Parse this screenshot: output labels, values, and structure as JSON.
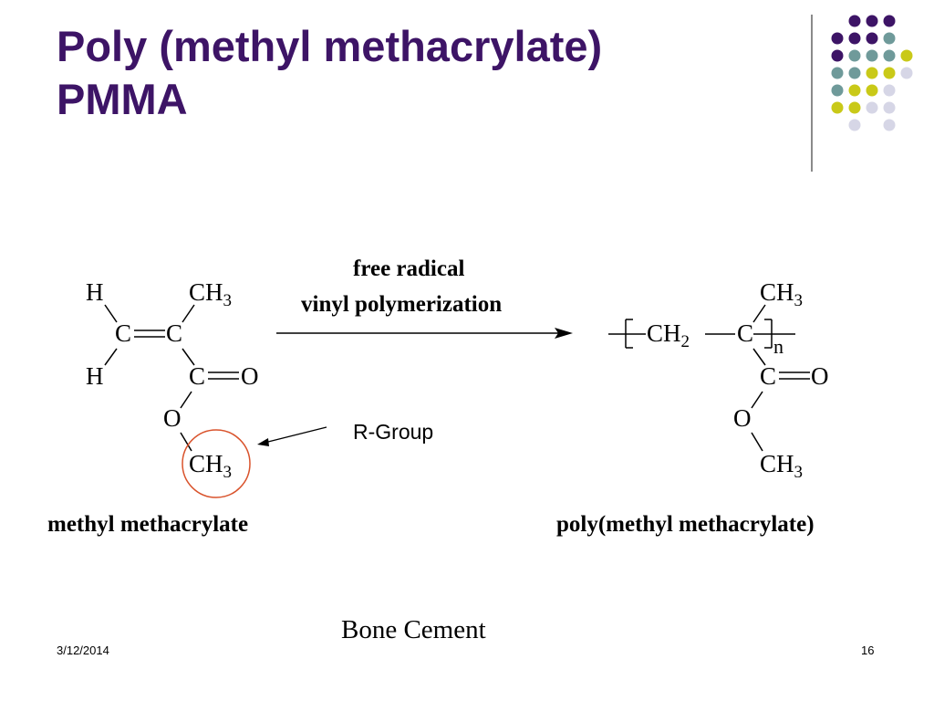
{
  "slide": {
    "title_line1": "Poly (methyl methacrylate)",
    "title_line2": "PMMA",
    "date": "3/12/2014",
    "page_number": "16",
    "caption": "Bone Cement"
  },
  "colors": {
    "title": "#3d1466",
    "dot_purple": "#3d1466",
    "dot_teal": "#6f9a9a",
    "dot_yellow": "#c9c918",
    "dot_lavender": "#d6d6e6",
    "highlight_circle": "#d9532c"
  },
  "reaction": {
    "arrow_label_line1": "free radical",
    "arrow_label_line2": "vinyl polymerization",
    "monomer_name": "methyl methacrylate",
    "polymer_name": "poly(methyl methacrylate)",
    "annotation": "R-Group",
    "atoms": {
      "H": "H",
      "C": "C",
      "O": "O",
      "CH": "CH",
      "sub3": "3",
      "sub2": "2",
      "n": "n"
    }
  }
}
